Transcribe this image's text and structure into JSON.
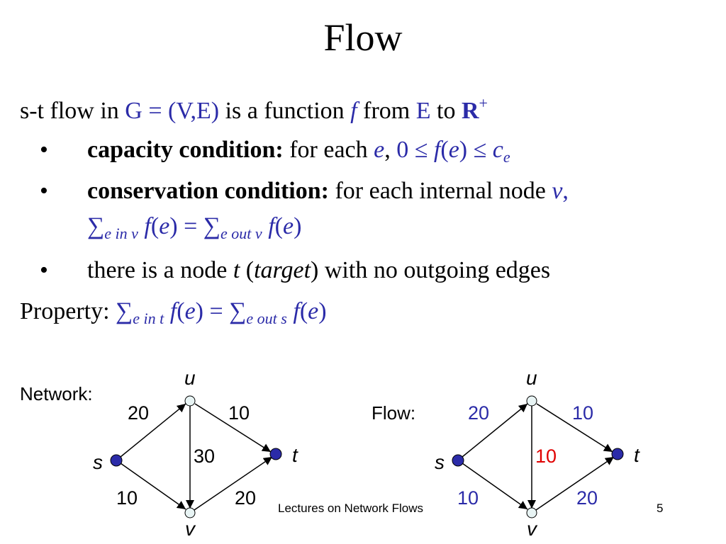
{
  "title": "Flow",
  "intro": {
    "pre": "s-t flow in ",
    "graph": "G = (V,E)",
    "mid": " is a function ",
    "f": "f",
    "from": " from ",
    "E": "E",
    "to": " to ",
    "R": "R",
    "plus": "+"
  },
  "bullets": [
    {
      "symbol": "•",
      "bold": "capacity condition:",
      "text": " for each ",
      "var": "e",
      "comma": ", ",
      "math_a": "0 ≤ ",
      "math_f": "f",
      "math_b": "(",
      "math_e": "e",
      "math_c": ") ≤ ",
      "math_ce": "c",
      "math_sub": "e"
    },
    {
      "symbol": "•",
      "bold": "conservation condition:",
      "text": " for each internal node ",
      "var": "v",
      "comma": ",",
      "sum1": "∑",
      "sub1": "e in v",
      "f1": "f",
      "open1": "(",
      "e1": "e",
      "close1": ") = ",
      "sum2": "∑",
      "sub2": "e out v",
      "f2": "f",
      "open2": "(",
      "e2": "e",
      "close2": ")"
    },
    {
      "symbol": "•",
      "text_a": "there is a node ",
      "var": "t",
      "text_b": " (",
      "target": "target",
      "text_c": ") with no outgoing edges"
    }
  ],
  "property": {
    "label": "Property: ",
    "sum1": "∑",
    "sub1": "e in t",
    "f1": "f",
    "open1": "(",
    "e1": "e",
    "close1": ") = ",
    "sum2": "∑",
    "sub2": "e out s",
    "f2": "f",
    "open2": "(",
    "e2": "e",
    "close2": ")"
  },
  "network": {
    "label": "Network:",
    "nodes": {
      "s": "s",
      "u": "u",
      "v": "v",
      "t": "t"
    },
    "edges": {
      "su": "20",
      "ut": "10",
      "uv": "30",
      "sv": "10",
      "vt": "20"
    }
  },
  "flow": {
    "label": "Flow:",
    "nodes": {
      "s": "s",
      "u": "u",
      "v": "v",
      "t": "t"
    },
    "edges": {
      "su": "20",
      "ut": "10",
      "uv": "10",
      "sv": "10",
      "vt": "20"
    }
  },
  "colors": {
    "node_fill": "#2b2ba8",
    "blue_text": "#2b2ba8",
    "highlight": "#e00000"
  },
  "footer": "Lectures on Network Flows",
  "page_number": "5"
}
